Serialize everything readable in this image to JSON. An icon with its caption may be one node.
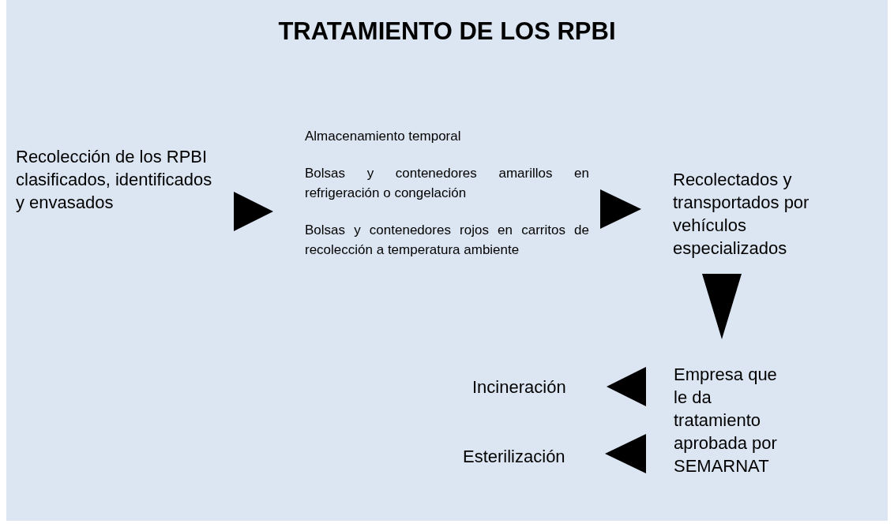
{
  "diagram": {
    "title": "TRATAMIENTO DE LOS RPBI",
    "nodes": [
      {
        "text": [
          "Recolección de los RPBI clasificados, identificados y envasados"
        ]
      },
      {
        "text": [
          "Almacenamiento temporal",
          "Bolsas y contenedores amarillos en refrigeración o congelación",
          "Bolsas y contenedores rojos en carritos de recolección a temperatura ambiente"
        ]
      },
      {
        "text": [
          "Recolectados y transportados por vehículos especializados"
        ]
      },
      {
        "text": [
          "Empresa que le da tratamiento aprobada por SEMARNAT"
        ]
      },
      {
        "text": [
          "Incineración"
        ]
      },
      {
        "text": [
          "Esterilización"
        ]
      }
    ],
    "edges": [
      {
        "from": 0,
        "to": 1,
        "arrow": "to"
      },
      {
        "from": 1,
        "to": 2,
        "arrow": "to"
      },
      {
        "from": 2,
        "to": 3,
        "arrow": "to"
      },
      {
        "from": 3,
        "to": 4,
        "arrow": "to"
      },
      {
        "from": 3,
        "to": 5,
        "arrow": "to"
      }
    ]
  }
}
